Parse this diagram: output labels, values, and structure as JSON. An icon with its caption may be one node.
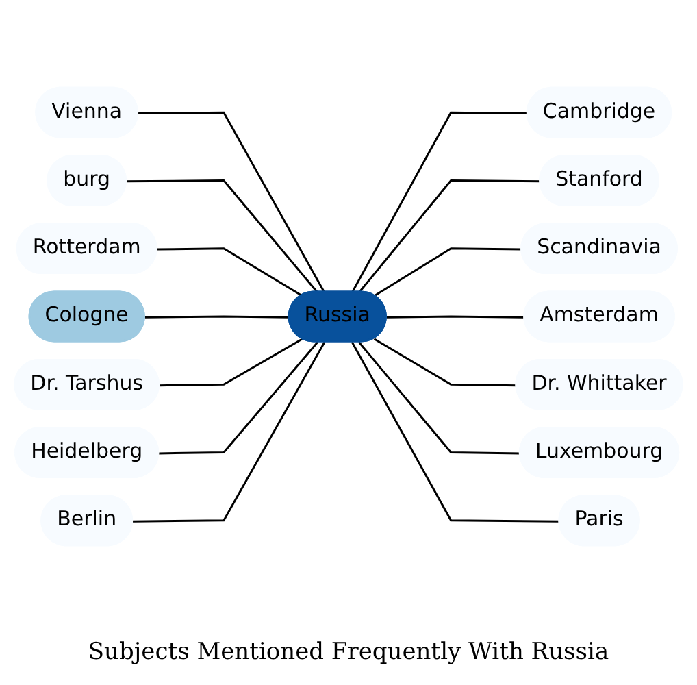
{
  "diagram": {
    "title": "Subjects Mentioned Frequently With Russia",
    "nodes": [
      {
        "text": [
          "Vienna"
        ]
      },
      {
        "text": [
          "Cambridge"
        ]
      },
      {
        "text": [
          "burg"
        ]
      },
      {
        "text": [
          "Stanford"
        ]
      },
      {
        "text": [
          "Scandinavia"
        ]
      },
      {
        "text": [
          "Rotterdam"
        ]
      },
      {
        "text": [
          "Cologne"
        ]
      },
      {
        "text": [
          "Russia"
        ]
      },
      {
        "text": [
          "Amsterdam"
        ]
      },
      {
        "text": [
          "Dr. Tarshus"
        ]
      },
      {
        "text": [
          "Dr. Whittaker"
        ]
      },
      {
        "text": [
          "Heidelberg"
        ]
      },
      {
        "text": [
          "Luxembourg"
        ]
      },
      {
        "text": [
          "Berlin"
        ]
      },
      {
        "text": [
          "Paris"
        ]
      }
    ],
    "edges": [
      {
        "from": 0,
        "to": 7,
        "arrow": "none"
      },
      {
        "from": 7,
        "to": 1,
        "arrow": "none"
      },
      {
        "from": 2,
        "to": 7,
        "arrow": "none"
      },
      {
        "from": 7,
        "to": 3,
        "arrow": "none"
      },
      {
        "from": 7,
        "to": 4,
        "arrow": "none"
      },
      {
        "from": 5,
        "to": 7,
        "arrow": "none"
      },
      {
        "from": 6,
        "to": 7,
        "arrow": "none"
      },
      {
        "from": 7,
        "to": 8,
        "arrow": "none"
      },
      {
        "from": 9,
        "to": 7,
        "arrow": "none"
      },
      {
        "from": 7,
        "to": 10,
        "arrow": "none"
      },
      {
        "from": 11,
        "to": 7,
        "arrow": "none"
      },
      {
        "from": 7,
        "to": 12,
        "arrow": "none"
      },
      {
        "from": 13,
        "to": 7,
        "arrow": "none"
      },
      {
        "from": 7,
        "to": 14,
        "arrow": "none"
      }
    ]
  }
}
